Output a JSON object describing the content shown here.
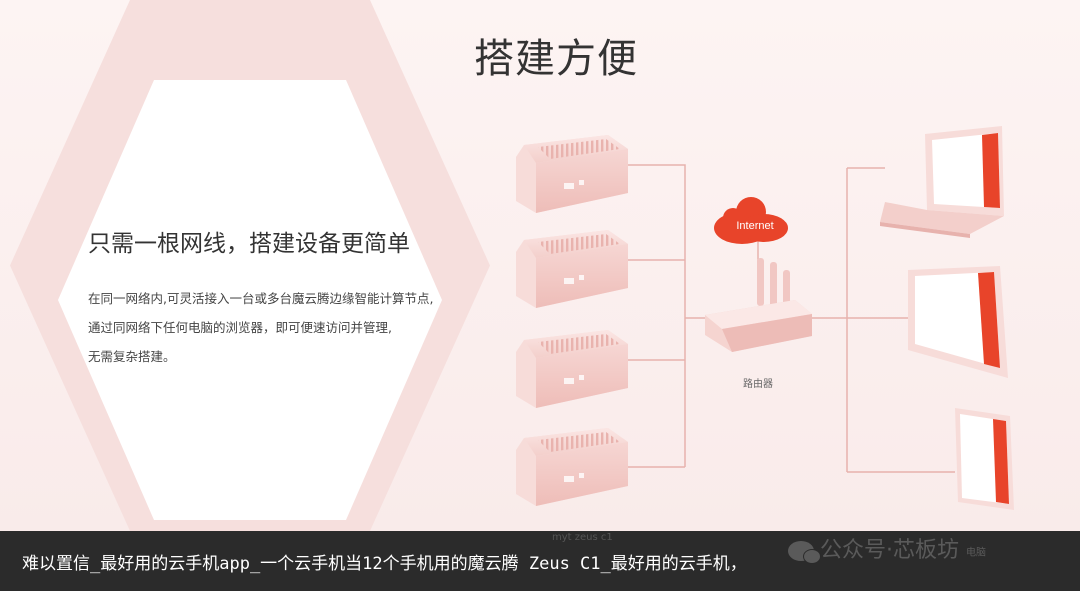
{
  "header": {
    "title": "搭建方便"
  },
  "panel": {
    "subtitle": "只需一根网线，搭建设备更简单",
    "description": [
      "在同一网络内,可灵活接入一台或多台魔云腾边缘智能计算节点,",
      "通过同网络下任何电脑的浏览器，即可便速访问并管理,",
      "无需复杂搭建。"
    ]
  },
  "diagram": {
    "cloud_label": "Internet",
    "router_label": "路由器",
    "device_caption": "myt zeus c1",
    "client_caption": "电脑"
  },
  "caption": {
    "text": "难以置信_最好用的云手机app_一个云手机当12个手机用的魔云腾 Zeus C1_最好用的云手机，"
  },
  "watermark": {
    "text": "公众号·芯板坊"
  },
  "colors": {
    "accent": "#e8442a",
    "line": "#e7b2ad",
    "hex_outer": "#f6dfdd",
    "caption_bar": "#2b2b2b"
  }
}
